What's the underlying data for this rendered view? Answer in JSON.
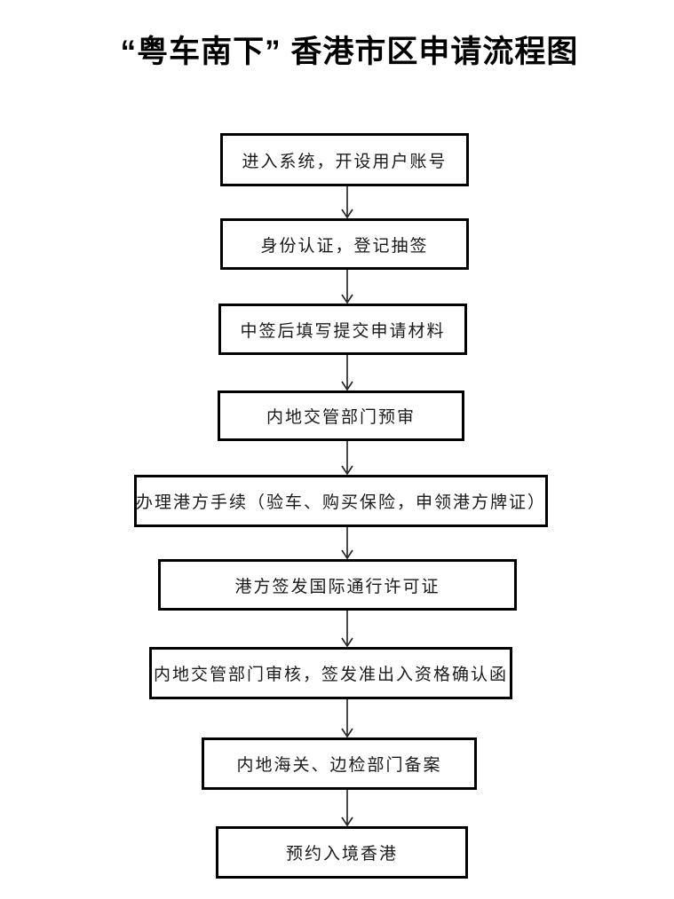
{
  "page": {
    "title": "“粤车南下” 香港市区申请流程图",
    "background": "#ffffff"
  },
  "flowchart": {
    "direction": "top-down",
    "connector_style": "open-arrowhead-down",
    "colors": {
      "box_border": "#000000",
      "box_fill": "#ffffff",
      "text": "#1a1a1a",
      "arrow": "#1f1f1f",
      "page_bg": "#ffffff"
    },
    "steps": [
      {
        "label": "进入系统，开设用户账号"
      },
      {
        "label": "身份认证，登记抽签"
      },
      {
        "label": "中签后填写提交申请材料"
      },
      {
        "label": "内地交管部门预审"
      },
      {
        "label": "办理港方手续（验车、购买保险，申领港方牌证）"
      },
      {
        "label": "港方签发国际通行许可证"
      },
      {
        "label": "内地交管部门审核，签发准出入资格确认函"
      },
      {
        "label": "内地海关、边检部门备案"
      },
      {
        "label": "预约入境香港"
      }
    ]
  }
}
